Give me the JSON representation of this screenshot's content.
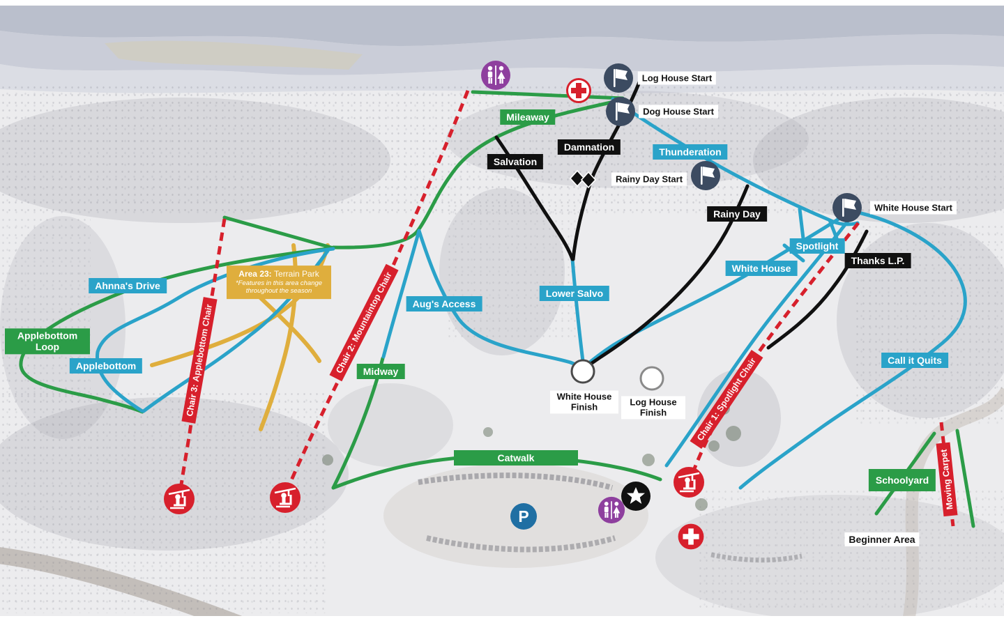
{
  "colors": {
    "green": "#2B9C47",
    "blue": "#2AA3C9",
    "red": "#D7202C",
    "gold": "#DFAE3D",
    "ink": "#101010",
    "navy": "#3C4B61",
    "purple": "#8E3F9E",
    "parking": "#1F6FA3"
  },
  "trails": {
    "mileaway": {
      "label": "Mileaway",
      "color": "green"
    },
    "catwalk": {
      "label": "Catwalk",
      "color": "green"
    },
    "midway": {
      "label": "Midway",
      "color": "green"
    },
    "applebottom_loop": {
      "label": "Applebottom Loop",
      "color": "green"
    },
    "schoolyard": {
      "label": "Schoolyard",
      "color": "green"
    },
    "ahnnas_drive": {
      "label": "Ahnna's Drive",
      "color": "blue"
    },
    "applebottom": {
      "label": "Applebottom",
      "color": "blue"
    },
    "augs_access": {
      "label": "Aug's Access",
      "color": "blue"
    },
    "lower_salvo": {
      "label": "Lower Salvo",
      "color": "blue"
    },
    "thunderation": {
      "label": "Thunderation",
      "color": "blue"
    },
    "spotlight": {
      "label": "Spotlight",
      "color": "blue"
    },
    "white_house": {
      "label": "White House",
      "color": "blue"
    },
    "call_it_quits": {
      "label": "Call it Quits",
      "color": "blue"
    },
    "salvation": {
      "label": "Salvation",
      "color": "black"
    },
    "damnation": {
      "label": "Damnation",
      "color": "black",
      "rating": "double-black-diamond"
    },
    "rainy_day": {
      "label": "Rainy Day",
      "color": "black"
    },
    "thanks_lp": {
      "label": "Thanks L.P.",
      "color": "black"
    }
  },
  "lifts": {
    "chair1": {
      "prefix": "Chair 1:",
      "name": "Spotlight Chair"
    },
    "chair2": {
      "prefix": "Chair 2:",
      "name": "Mountaintop Chair"
    },
    "chair3": {
      "prefix": "Chair 3:",
      "name": "Applebottom Chair"
    },
    "moving_carpet": {
      "label": "Moving Carpet"
    }
  },
  "area23": {
    "prefix": "Area 23:",
    "name": "Terrain Park",
    "note": "*Features in this area change throughout the season"
  },
  "markers": {
    "log_house_start": "Log House Start",
    "dog_house_start": "Dog House Start",
    "rainy_day_start": "Rainy Day Start",
    "white_house_start": "White House Start",
    "white_house_finish": "White House Finish",
    "log_house_finish": "Log House Finish",
    "beginner_area": "Beginner Area"
  },
  "icons": {
    "parking_letter": "P",
    "names": [
      "restroom-icon",
      "first-aid-icon",
      "race-flag-icon",
      "parking-icon",
      "lodge-star-icon",
      "chairlift-icon",
      "double-black-diamond-icon",
      "finish-circle"
    ]
  }
}
